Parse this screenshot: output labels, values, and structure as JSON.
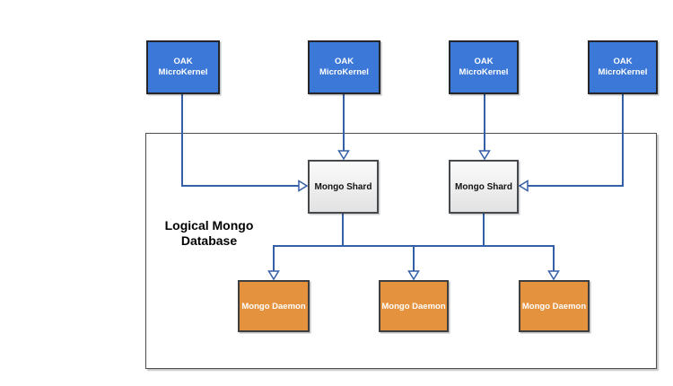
{
  "diagram": {
    "container": {
      "label_line1": "Logical Mongo",
      "label_line2": "Database"
    },
    "kernels": [
      {
        "line1": "OAK",
        "line2": "MicroKernel"
      },
      {
        "line1": "OAK",
        "line2": "MicroKernel"
      },
      {
        "line1": "OAK",
        "line2": "MicroKernel"
      },
      {
        "line1": "OAK",
        "line2": "MicroKernel"
      }
    ],
    "shards": [
      {
        "label": "Mongo Shard"
      },
      {
        "label": "Mongo Shard"
      }
    ],
    "daemons": [
      {
        "label": "Mongo Daemon"
      },
      {
        "label": "Mongo Daemon"
      },
      {
        "label": "Mongo Daemon"
      }
    ],
    "colors": {
      "kernel_fill": "#3c78d8",
      "kernel_border": "#23272b",
      "shard_fill": "#ededed",
      "shard_border": "#45484d",
      "daemon_fill": "#e5923e",
      "daemon_border": "#3f3f3f",
      "connector": "#3560a8",
      "container_border": "#4d4d4d"
    }
  }
}
